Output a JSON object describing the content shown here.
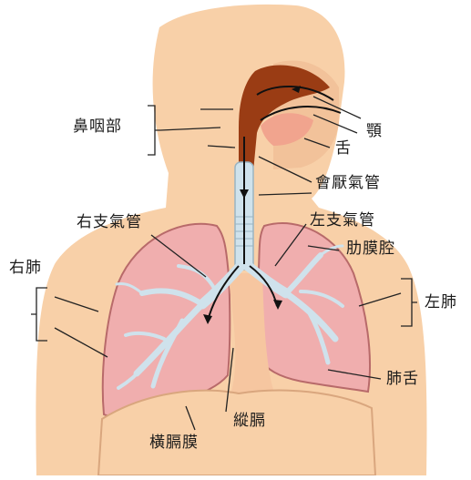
{
  "labels": {
    "nasopharynx": "鼻咽部",
    "jaw": "顎",
    "tongue": "舌",
    "epiglottis_trachea": "會厭氣管",
    "right_bronchus": "右支氣管",
    "left_bronchus": "左支氣管",
    "pleural_cavity": "肋膜腔",
    "right_lung": "右肺",
    "left_lung": "左肺",
    "lingula": "肺舌",
    "mediastinum": "縱膈",
    "diaphragm": "橫膈膜"
  },
  "colors": {
    "skin": "#f8d0a8",
    "lung_fill": "#f0aeae",
    "lung_outline": "#b86a6a",
    "airway_interior": "#9a3c14",
    "trachea": "#cfe2ec",
    "bronchi": "#cfe2ec",
    "line": "#222222",
    "arrow": "#111111"
  }
}
